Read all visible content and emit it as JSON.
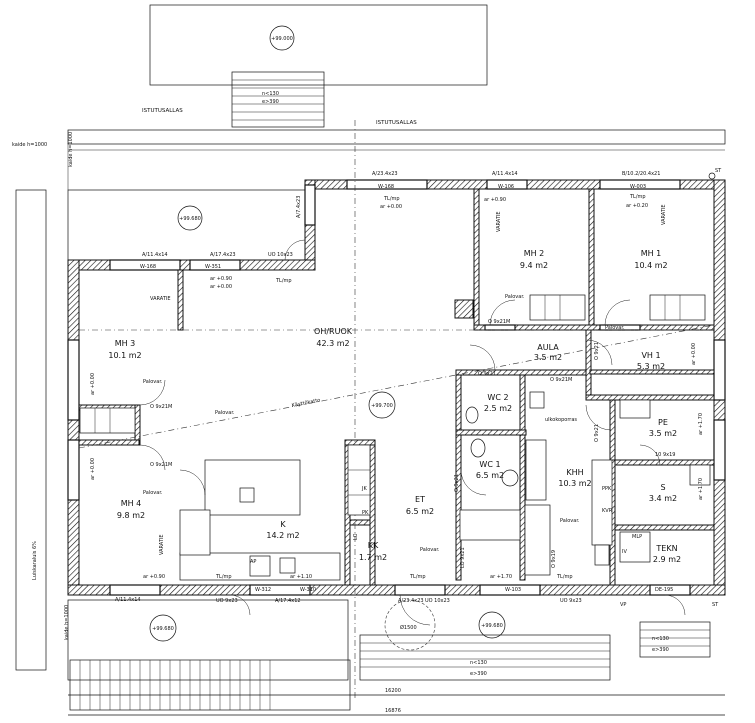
{
  "top": {
    "terrace_level": "+99.000",
    "stairs_n": "n<130",
    "stairs_e": "e>390",
    "planter_left": "ISTUTUSALLAS",
    "planter_right": "ISTUTUSALLAS",
    "railing": "kaide h=1000"
  },
  "windows_top": [
    {
      "label": "A/23.4x23",
      "code": "W-168"
    },
    {
      "label": "A/11.4x14",
      "code": "W-106"
    },
    {
      "label": "B/10.2/20.4x21",
      "code": "W-003"
    }
  ],
  "corner_st": "ST",
  "left_side": {
    "windows_mid": [
      "A/11.4x14",
      "A/17.4x23",
      "W-168",
      "W-351"
    ],
    "door": "UO 10x23",
    "tl_mp": "TL/mp",
    "ar": "ar +0.90",
    "ar0": "ar +0.00",
    "a7": "A/7.4x23"
  },
  "terrace_upper_level": "+99.680",
  "main_level": "+99.700",
  "ceiling_note": "Käyttökatto",
  "rooms": [
    {
      "name": "MH 2",
      "area": "9.4 m2"
    },
    {
      "name": "MH 1",
      "area": "10.4 m2"
    },
    {
      "name": "MH 3",
      "area": "10.1 m2"
    },
    {
      "name": "OH/RUOK",
      "area": "42.3 m2"
    },
    {
      "name": "AULA",
      "area": "3.5 m2"
    },
    {
      "name": "VH 1",
      "area": "5.3 m2"
    },
    {
      "name": "WC 2",
      "area": "2.5 m2"
    },
    {
      "name": "PE",
      "area": "3.5 m2"
    },
    {
      "name": "WC 1",
      "area": "6.5 m2"
    },
    {
      "name": "KHH",
      "area": "10.3 m2"
    },
    {
      "name": "MH 4",
      "area": "9.8 m2"
    },
    {
      "name": "K",
      "area": "14.2 m2"
    },
    {
      "name": "ET",
      "area": "6.5 m2"
    },
    {
      "name": "KK",
      "area": "1.7 m2"
    },
    {
      "name": "S",
      "area": "3.4 m2"
    },
    {
      "name": "TEKN",
      "area": "2.9 m2"
    }
  ],
  "labels": {
    "vaatie": "VARATIE",
    "palovar": "Palovar.",
    "d9x21m": "O 9x21M",
    "d9x21": "O 9x21",
    "lo9x21": "LO 9x21",
    "ar090": "ar +0.90",
    "ar020": "ar +0.20",
    "ar000": "ar +0.00",
    "ar170": "ar +1.70",
    "ar110": "ar +1.10",
    "tlmp": "TL/mp",
    "ulkokoporas": "ulkokoporras",
    "jk": "JK",
    "pk": "PK",
    "lo": "LO",
    "ap": "AP",
    "ppk": "PPK",
    "kvr": "KVR",
    "mlp": "MLP",
    "iv": "IV",
    "d10x19": "10 9x19",
    "vp": "VP",
    "d9x19": "O 9x19"
  },
  "bottom": {
    "windows": [
      "A/11.4x14",
      "W-312",
      "UO 9x23",
      "A/17.4x12",
      "W-310",
      "A/23.4x23",
      "UO 10x23",
      "W-103",
      "UO 9x23",
      "DE-195"
    ],
    "level_left": "+99.680",
    "level_right": "+99.680",
    "turning_circle": "Ø1500",
    "stairs_n": "n<130",
    "stairs_e": "e>390",
    "stairs_right_n": "n<130",
    "stairs_right_e": "e>390",
    "railing": "kaide h=1000",
    "slope": "Luiskaraluis 6%",
    "dim_inner": "16200",
    "dim_outer": "16876",
    "corner_st": "ST"
  }
}
